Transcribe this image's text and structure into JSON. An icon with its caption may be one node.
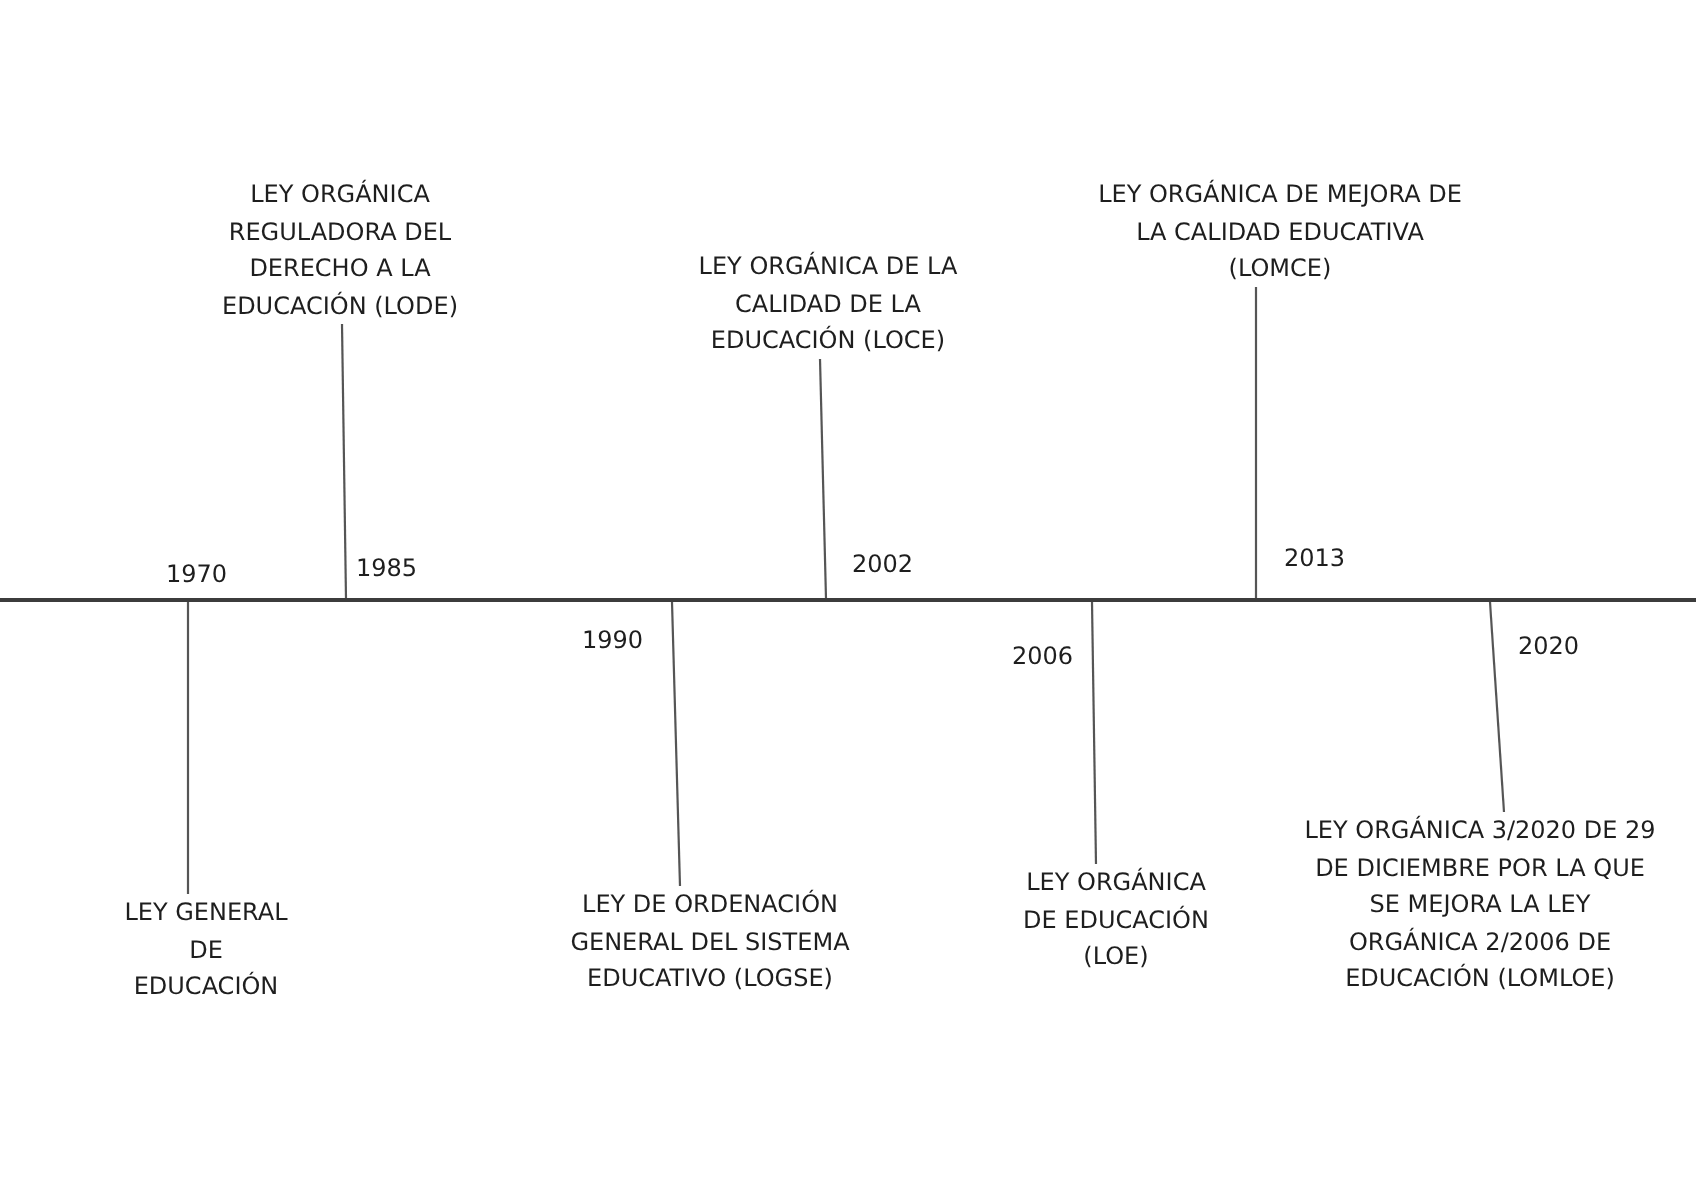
{
  "diagram": {
    "nodes": [
      {
        "text": [],
        "shape": "line"
      },
      {
        "text": [
          "LEY GENERAL DE EDUCACIÓN"
        ]
      },
      {
        "text": [
          "LEY ORGÁNICA REGULADORA DEL DERECHO A LA EDUCACIÓN (LODE)"
        ]
      },
      {
        "text": [
          "LEY DE ORDENACIÓN GENERAL DEL SISTEMA EDUCATIVO (LOGSE)"
        ]
      },
      {
        "text": [
          "LEY ORGÁNICA DE LA CALIDAD DE LA EDUCACIÓN (LOCE)"
        ]
      },
      {
        "text": [
          "LEY ORGÁNICA DE EDUCACIÓN (LOE)"
        ]
      },
      {
        "text": [
          "LEY ORGÁNICA DE MEJORA DE LA CALIDAD EDUCATIVA (LOMCE)"
        ]
      },
      {
        "text": [
          "LEY ORGÁNICA 3/2020 DE 29 DE DICIEMBRE POR LA QUE SE MEJORA LA LEY ORGÁNICA 2/2006 DE EDUCACIÓN (LOMLOE)"
        ]
      }
    ],
    "edges": [
      {
        "from": 1,
        "to": 0,
        "arrow": "none"
      },
      {
        "from": 2,
        "to": 0,
        "arrow": "none"
      },
      {
        "from": 3,
        "to": 0,
        "arrow": "none"
      },
      {
        "from": 4,
        "to": 0,
        "arrow": "none"
      },
      {
        "from": 5,
        "to": 0,
        "arrow": "none"
      },
      {
        "from": 6,
        "to": 0,
        "arrow": "none"
      },
      {
        "from": 7,
        "to": 0,
        "arrow": "none"
      }
    ],
    "labels": [
      "1970",
      "1985",
      "1990",
      "2002",
      "2006",
      "2013",
      "2020"
    ]
  }
}
